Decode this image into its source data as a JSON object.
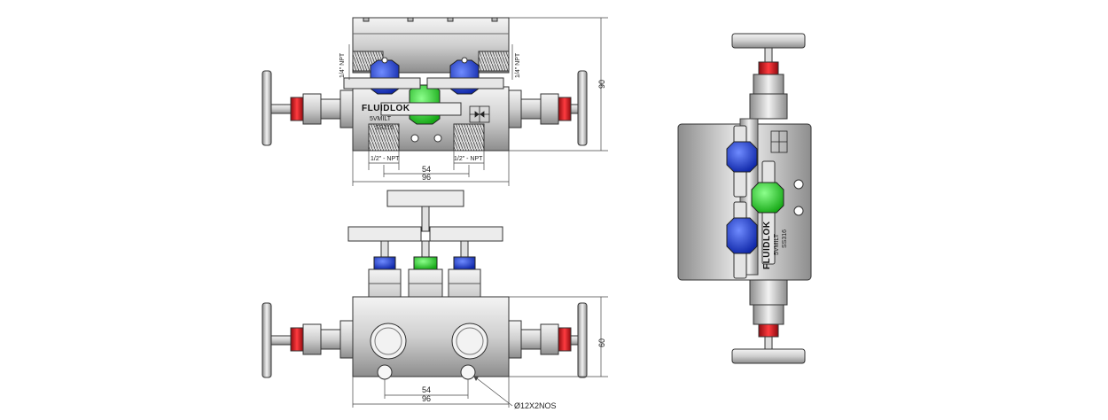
{
  "labels": {
    "brand": "FLUIDLOK",
    "model": "5VMILT",
    "material": "SS316",
    "thread_small": "1/4\" NPT",
    "thread_large_left": "1/2\" - NPT",
    "thread_large_right": "1/2\" - NPT",
    "dim_54_top": "54",
    "dim_96_top": "96",
    "dim_90": "90",
    "dim_54_bottom": "54",
    "dim_96_bottom": "96",
    "dim_60": "60",
    "hole_callout": "Ø12X2NOS"
  },
  "colors": {
    "blue": "#1d3fd6",
    "green": "#2bd62b",
    "red": "#e0141b",
    "metal": "#d9d9d9",
    "metal_dark": "#9a9a9a"
  }
}
